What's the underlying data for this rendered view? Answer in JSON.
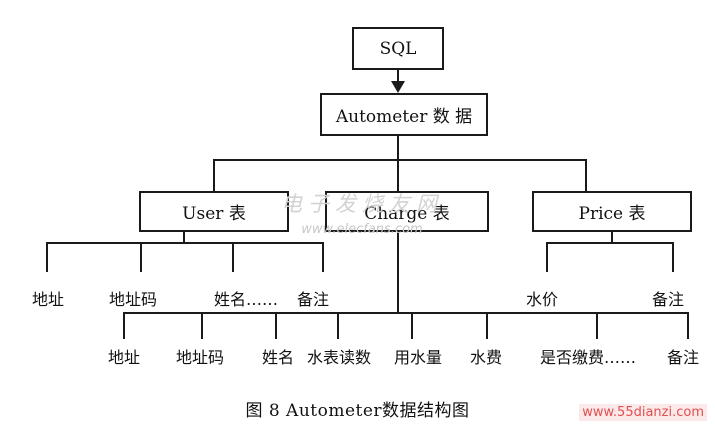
{
  "nodes": {
    "sql": "SQL",
    "autometer": "Autometer  数 据",
    "user": "User 表",
    "charge": "Charge 表",
    "price": "Price 表"
  },
  "user_fields": [
    "地址",
    "地址码",
    "姓名……",
    "备注"
  ],
  "price_fields": [
    "水价",
    "备注"
  ],
  "charge_fields": [
    "地址",
    "地址码",
    "姓名",
    "水表读数",
    "用水量",
    "水费",
    "是否缴费……",
    "备注"
  ],
  "caption": "图 8   Autometer数据结构图",
  "watermark": {
    "line1": "电子发烧友网",
    "line2": "www.elecfans.com"
  },
  "site_logo": "www.55dianzi.com"
}
